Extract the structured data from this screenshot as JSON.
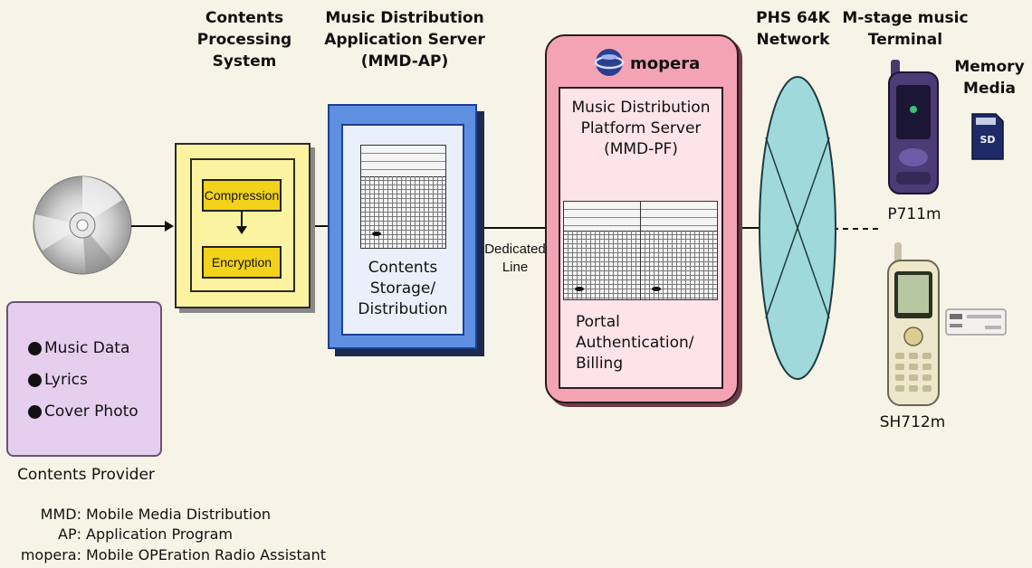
{
  "headers": {
    "processing": [
      "Contents",
      "Processing",
      "System"
    ],
    "ap": [
      "Music Distribution",
      "Application Server",
      "(MMD-AP)"
    ],
    "network": [
      "PHS 64K",
      "Network"
    ],
    "terminal": [
      "M-stage music",
      "Terminal"
    ],
    "memory": [
      "Memory",
      "Media"
    ]
  },
  "provider": {
    "items": [
      "Music Data",
      "Lyrics",
      "Cover Photo"
    ],
    "caption": "Contents Provider"
  },
  "processing": {
    "steps": [
      "Compression",
      "Encryption"
    ]
  },
  "ap_box": {
    "label": [
      "Contents",
      "Storage/",
      "Distribution"
    ]
  },
  "link": {
    "label": [
      "Dedicated",
      "Line"
    ]
  },
  "mopera": {
    "brand": "mopera",
    "server_title": [
      "Music Distribution",
      "Platform Server",
      "(MMD-PF)"
    ],
    "services": [
      "Portal",
      "Authentication/",
      "Billing"
    ]
  },
  "terminals": {
    "phone1": "P711m",
    "phone2": "SH712m"
  },
  "legend": [
    {
      "abbr": "MMD:",
      "text": "Mobile Media Distribution"
    },
    {
      "abbr": "AP:",
      "text": "Application Program"
    },
    {
      "abbr": "mopera:",
      "text": "Mobile OPEration Radio Assistant"
    }
  ],
  "colors": {
    "provider_fill": "#e6cfee",
    "processing_fill": "#fbf3a0",
    "step_fill": "#f2d21a",
    "ap_fill": "#5f8fe0",
    "mopera_fill": "#f4a3b5",
    "network_fill": "#9fd9dc"
  },
  "icons": [
    "cd-disc-icon",
    "server-icon",
    "mopera-globe-icon",
    "phs-network-icon",
    "p711m-phone-icon",
    "sh712m-phone-icon",
    "sd-card-icon",
    "memory-stick-icon"
  ]
}
